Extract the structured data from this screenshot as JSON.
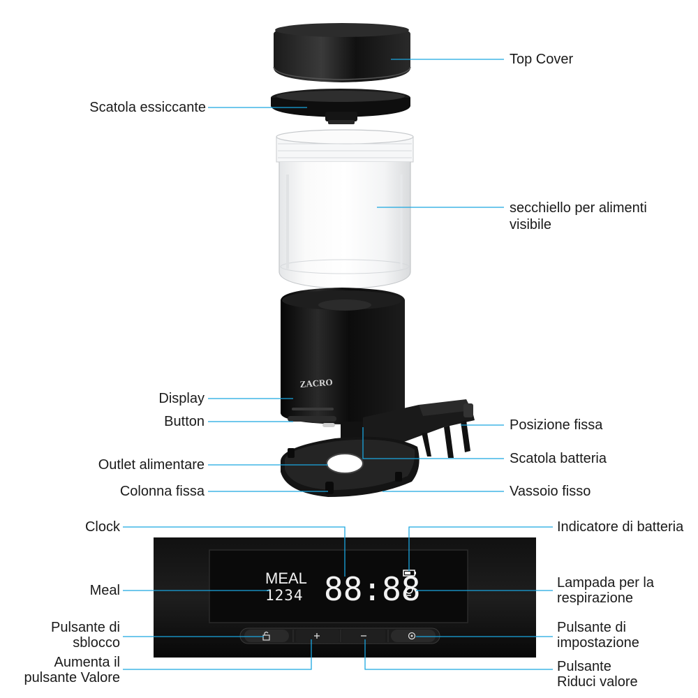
{
  "brand": "ZACRO",
  "colors": {
    "leader_line": "#1aa6e0",
    "body": "#0d0d0d",
    "lcd_glow": "#ffffff"
  },
  "labels": {
    "top_cover": "Top Cover",
    "scatola_essiccante": "Scatola essiccante",
    "secchiello_line1": "secchiello per alimenti",
    "secchiello_line2": "visibile",
    "display": "Display",
    "button": "Button",
    "posizione_fissa": "Posizione fissa",
    "scatola_batteria": "Scatola batteria",
    "outlet_alimentare": "Outlet alimentare",
    "colonna_fissa": "Colonna fissa",
    "vassoio_fisso": "Vassoio fisso",
    "clock": "Clock",
    "indicatore_batteria": "Indicatore di batteria",
    "meal": "Meal",
    "lampada_line1": "Lampada per la",
    "lampada_line2": "respirazione",
    "sblocco_line1": "Pulsante di",
    "sblocco_line2": "sblocco",
    "impostazione_line1": "Pulsante di",
    "impostazione_line2": "impostazione",
    "aumenta_line1": "Aumenta il",
    "aumenta_line2": "pulsante Valore",
    "riduci_line1": "Pulsante",
    "riduci_line2": "Riduci valore"
  },
  "lcd": {
    "meal_word": "MEAL",
    "meal_digits": "1234",
    "clock_digits": "88:88"
  },
  "icons": {
    "unlock": "lock-open-icon",
    "plus": "plus-icon",
    "minus": "minus-icon",
    "settings": "gear-icon",
    "battery": "battery-icon",
    "bulb": "bulb-icon"
  }
}
